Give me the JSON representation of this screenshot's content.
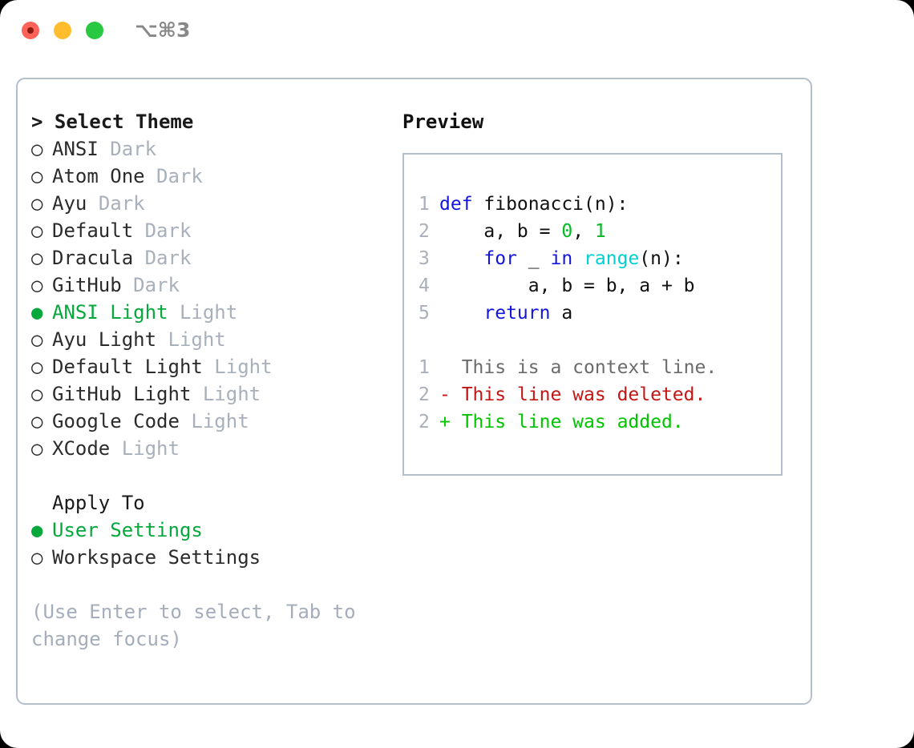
{
  "titlebar": {
    "shortcut": "⌥⌘3",
    "buttons": [
      "close",
      "minimize",
      "maximize"
    ]
  },
  "theme_list": {
    "header": "> Select Theme",
    "items": [
      {
        "marker": "○",
        "selected": false,
        "name": "ANSI",
        "variant": "Dark"
      },
      {
        "marker": "○",
        "selected": false,
        "name": "Atom One",
        "variant": "Dark"
      },
      {
        "marker": "○",
        "selected": false,
        "name": "Ayu",
        "variant": "Dark"
      },
      {
        "marker": "○",
        "selected": false,
        "name": "Default",
        "variant": "Dark"
      },
      {
        "marker": "○",
        "selected": false,
        "name": "Dracula",
        "variant": "Dark"
      },
      {
        "marker": "○",
        "selected": false,
        "name": "GitHub",
        "variant": "Dark"
      },
      {
        "marker": "●",
        "selected": true,
        "name": "ANSI Light",
        "variant": "Light"
      },
      {
        "marker": "○",
        "selected": false,
        "name": "Ayu Light",
        "variant": "Light"
      },
      {
        "marker": "○",
        "selected": false,
        "name": "Default Light",
        "variant": "Light"
      },
      {
        "marker": "○",
        "selected": false,
        "name": "GitHub Light",
        "variant": "Light"
      },
      {
        "marker": "○",
        "selected": false,
        "name": "Google Code",
        "variant": "Light"
      },
      {
        "marker": "○",
        "selected": false,
        "name": "XCode",
        "variant": "Light"
      }
    ]
  },
  "apply_to": {
    "header": "Apply To",
    "items": [
      {
        "marker": "●",
        "selected": true,
        "name": "User Settings"
      },
      {
        "marker": "○",
        "selected": false,
        "name": "Workspace Settings"
      }
    ]
  },
  "hint": "(Use Enter to select, Tab to change focus)",
  "preview": {
    "label": "Preview",
    "code_lines": [
      {
        "n": "1",
        "tokens": [
          {
            "t": "def",
            "c": "kw"
          },
          {
            "t": " fibonacci(n):",
            "c": "plain"
          }
        ]
      },
      {
        "n": "2",
        "tokens": [
          {
            "t": "    a, b = ",
            "c": "plain"
          },
          {
            "t": "0",
            "c": "num"
          },
          {
            "t": ", ",
            "c": "plain"
          },
          {
            "t": "1",
            "c": "num"
          }
        ]
      },
      {
        "n": "3",
        "tokens": [
          {
            "t": "    ",
            "c": "plain"
          },
          {
            "t": "for",
            "c": "kw"
          },
          {
            "t": " _ ",
            "c": "plain"
          },
          {
            "t": "in",
            "c": "kw"
          },
          {
            "t": " ",
            "c": "plain"
          },
          {
            "t": "range",
            "c": "fn"
          },
          {
            "t": "(n):",
            "c": "plain"
          }
        ]
      },
      {
        "n": "4",
        "tokens": [
          {
            "t": "        a, b = b, a + b",
            "c": "plain"
          }
        ]
      },
      {
        "n": "5",
        "tokens": [
          {
            "t": "    ",
            "c": "plain"
          },
          {
            "t": "return",
            "c": "kw"
          },
          {
            "t": " a",
            "c": "plain"
          }
        ]
      }
    ],
    "diff_lines": [
      {
        "n": "1",
        "sign": " ",
        "text": " This is a context line.",
        "kind": "d-ctx"
      },
      {
        "n": "2",
        "sign": "-",
        "text": " This line was deleted.",
        "kind": "d-del"
      },
      {
        "n": "2",
        "sign": "+",
        "text": " This line was added.",
        "kind": "d-add"
      }
    ]
  },
  "colors": {
    "accent_green": "#06a83c",
    "muted_gray": "#a8b0bb",
    "border": "#b4bfcc",
    "keyword_blue": "#1414e0",
    "number_green": "#00bb22",
    "function_cyan": "#00cfd1",
    "diff_delete_red": "#c41515",
    "diff_add_green": "#00c400",
    "traffic_red": "#ff6259",
    "traffic_yellow": "#ffbd2e",
    "traffic_green": "#28c840"
  }
}
